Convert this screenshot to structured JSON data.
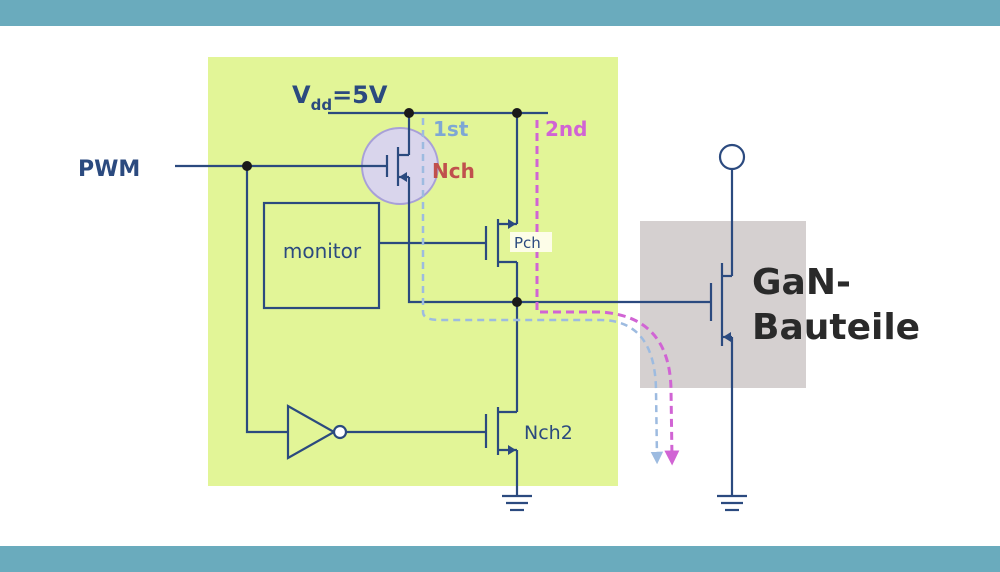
{
  "labels": {
    "vdd_main": "V",
    "vdd_sub": "dd",
    "vdd_value": "=5V",
    "pwm": "PWM",
    "monitor": "monitor",
    "nch": "Nch",
    "pch": "Pch",
    "nch2": "Nch2",
    "first_path": "1st",
    "second_path": "2nd",
    "gan_line1": "GaN-",
    "gan_line2": "Bauteile"
  },
  "colors": {
    "band": "#6aabbd",
    "driver_area": "#e2f597",
    "gan_area": "#d5d0d0",
    "wire": "#2b4a7f",
    "label_dark": "#2b4a7f",
    "nch_label": "#c0504d",
    "first_path": "#9dbbe0",
    "second_path": "#d164d4",
    "gan_text": "#2a2a2a"
  }
}
